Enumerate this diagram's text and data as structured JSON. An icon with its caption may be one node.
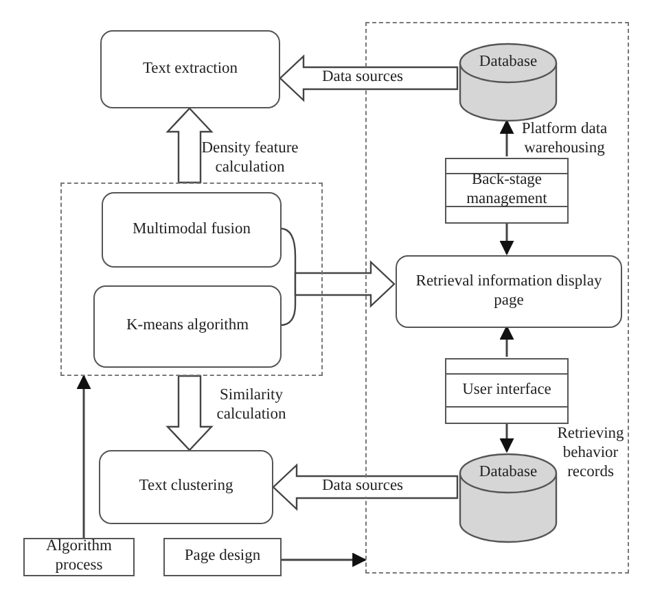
{
  "diagram": {
    "nodes": [
      {
        "text": [
          "Text extraction"
        ]
      },
      {
        "text": [],
        "shape": "box"
      },
      {
        "text": [
          "Database"
        ],
        "in": 1
      },
      {
        "text": [
          "Back-stage management"
        ],
        "in": 1
      },
      {
        "text": [],
        "shape": "box"
      },
      {
        "text": [
          "Multimodal fusion"
        ],
        "in": 4
      },
      {
        "text": [
          "K-means algorithm"
        ],
        "in": 4
      },
      {
        "text": [
          "Retrieval information display page"
        ],
        "in": 1
      },
      {
        "text": [
          "User interface"
        ],
        "in": 1
      },
      {
        "text": [
          "Database"
        ],
        "in": 1
      },
      {
        "text": [
          "Text clustering"
        ]
      },
      {
        "text": [
          "Algorithm process"
        ]
      },
      {
        "text": [
          "Page design"
        ]
      }
    ],
    "edges": [
      {
        "from": 2,
        "to": 0,
        "arrow": "to",
        "label": "Data sources",
        "style": "thick"
      },
      {
        "from": 4,
        "to": 0,
        "arrow": "to",
        "label": "Density feature calculation",
        "style": "thick"
      },
      {
        "from": 4,
        "to": 7,
        "arrow": "to",
        "style": "thick"
      },
      {
        "from": 4,
        "to": 10,
        "arrow": "to",
        "label": "Similarity calculation",
        "style": "thick"
      },
      {
        "from": 9,
        "to": 10,
        "arrow": "to",
        "label": "Data sources",
        "style": "thick"
      },
      {
        "from": 3,
        "to": 2,
        "arrow": "to",
        "label": "Platform data warehousing"
      },
      {
        "from": 3,
        "to": 7,
        "arrow": "to"
      },
      {
        "from": 8,
        "to": 7,
        "arrow": "to"
      },
      {
        "from": 8,
        "to": 9,
        "arrow": "to",
        "label": "Retrieving behavior records"
      },
      {
        "from": 11,
        "to": 4,
        "arrow": "to"
      },
      {
        "from": 12,
        "to": 1,
        "arrow": "to"
      }
    ]
  }
}
